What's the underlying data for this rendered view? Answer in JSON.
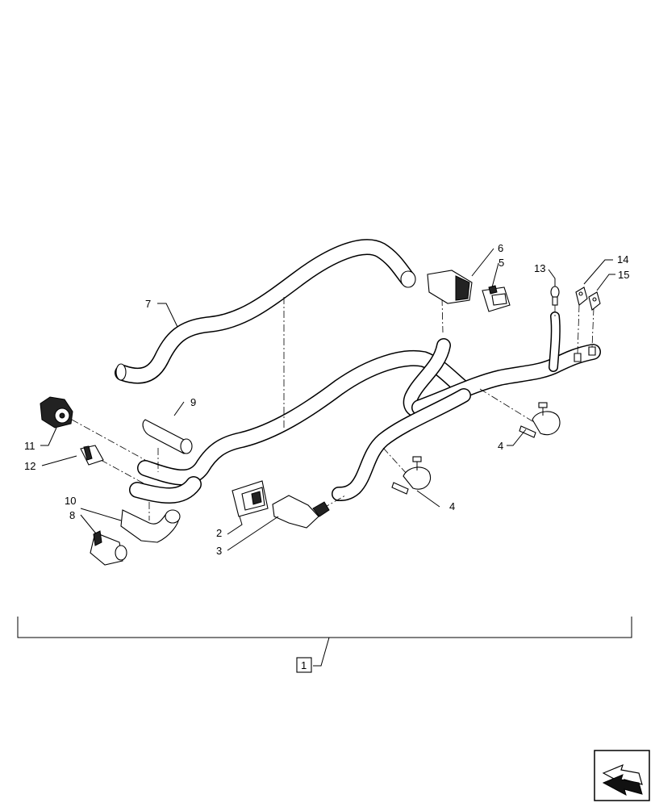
{
  "callouts": {
    "c1": "1",
    "c2": "2",
    "c3": "3",
    "c4a": "4",
    "c4b": "4",
    "c5": "5",
    "c6": "6",
    "c7": "7",
    "c8": "8",
    "c9": "9",
    "c10": "10",
    "c11": "11",
    "c12": "12",
    "c13": "13",
    "c14": "14",
    "c15": "15"
  },
  "nav_icon": "next-page-arrow-icon"
}
